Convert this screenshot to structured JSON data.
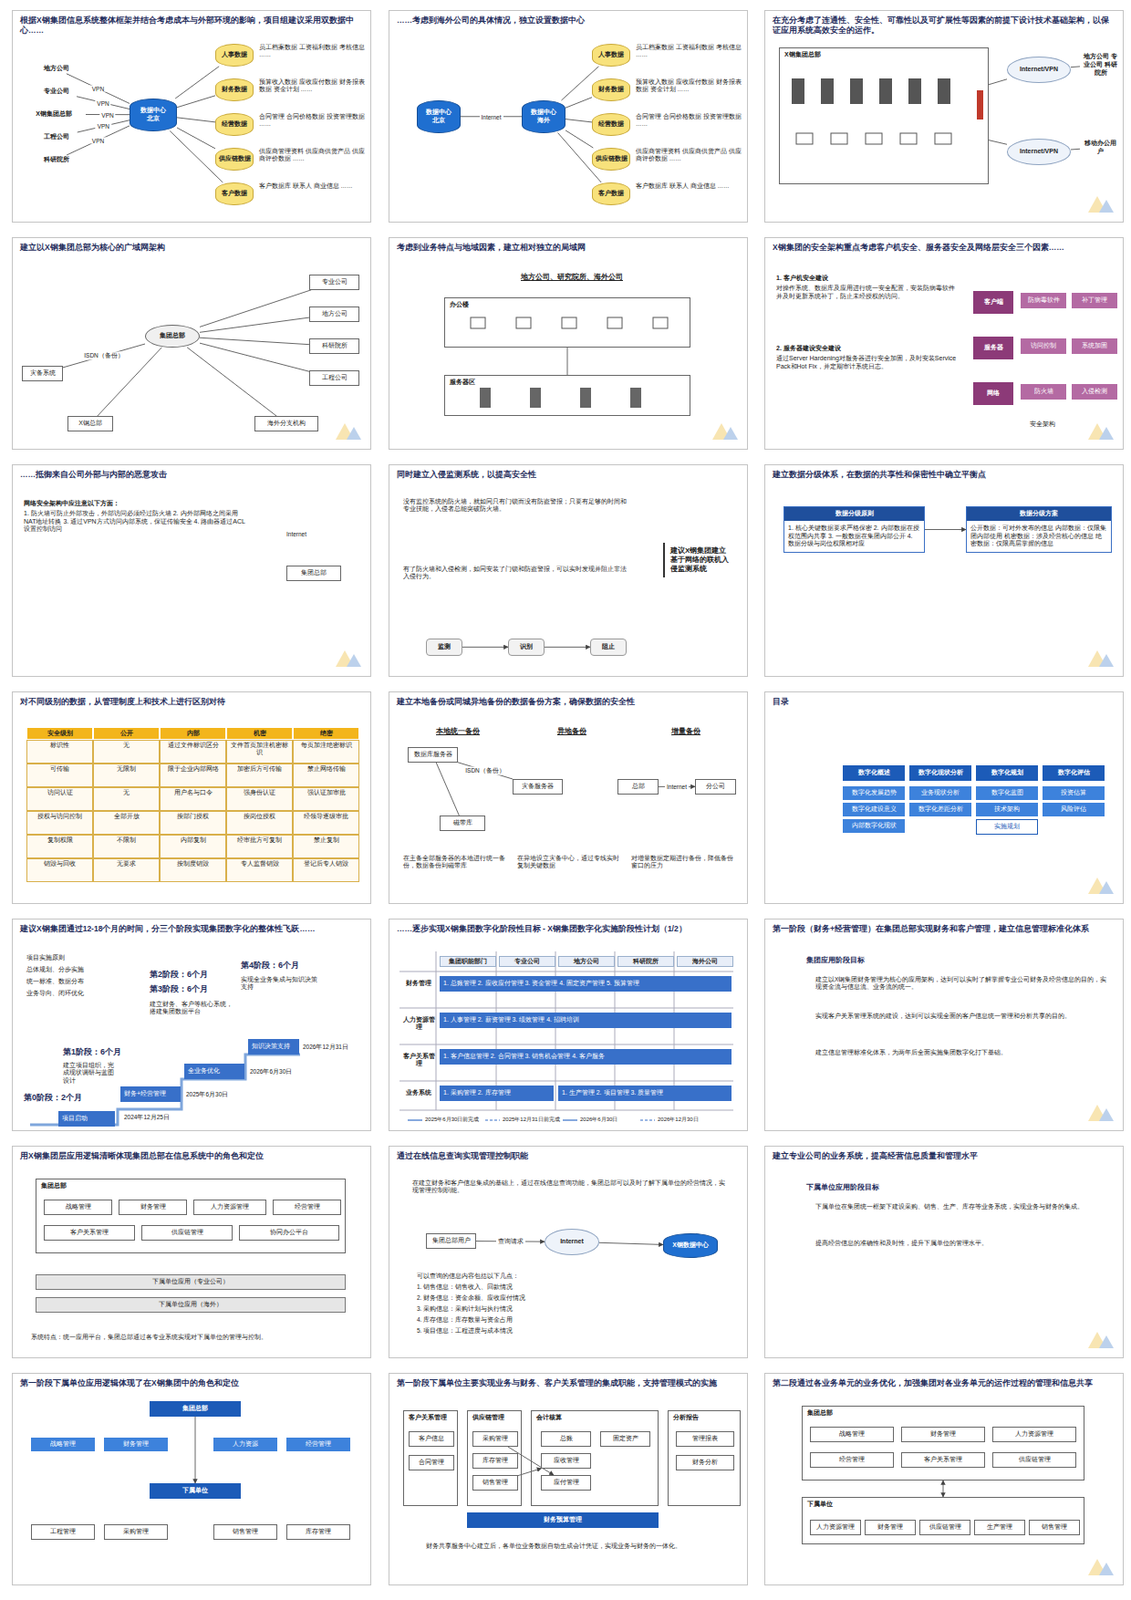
{
  "diagram": {
    "nodes": [
      {
        "text": [
          "根据X钢集团信息系统整体框架并结合考虑成本与外部环境的影响，项目组建议采用双数据中心……"
        ]
      },
      {
        "text": [
          "地方公司"
        ],
        "in": 0
      },
      {
        "text": [
          "专业公司"
        ],
        "in": 0
      },
      {
        "text": [
          "X钢集团总部"
        ],
        "in": 0
      },
      {
        "text": [
          "工程公司"
        ],
        "in": 0
      },
      {
        "text": [
          "科研院所"
        ],
        "in": 0
      },
      {
        "text": [
          "数据中心",
          "北京"
        ],
        "in": 0
      },
      {
        "text": [
          "人事数据"
        ],
        "in": 0
      },
      {
        "text": [
          "财务数据"
        ],
        "in": 0
      },
      {
        "text": [
          "经营数据"
        ],
        "in": 0
      },
      {
        "text": [
          "供应链数据"
        ],
        "in": 0
      },
      {
        "text": [
          "客户数据"
        ],
        "in": 0
      },
      {
        "text": [
          "……考虑到海外公司的具体情况，独立设置数据中心"
        ]
      },
      {
        "text": [
          "数据中心",
          "北京"
        ],
        "in": 12
      },
      {
        "text": [
          "数据中心",
          "海外"
        ],
        "in": 12
      },
      {
        "text": [
          "人事数据"
        ],
        "in": 12
      },
      {
        "text": [
          "财务数据"
        ],
        "in": 12
      },
      {
        "text": [
          "经营数据"
        ],
        "in": 12
      },
      {
        "text": [
          "供应链数据"
        ],
        "in": 12
      },
      {
        "text": [
          "客户数据"
        ],
        "in": 12
      },
      {
        "text": [
          "在充分考虑了连通性、安全性、可靠性以及可扩展性等因素的前提下设计技术基础架构，以保证应用系统高效安全的运作。"
        ]
      },
      {
        "text": [
          "X钢集团总部"
        ],
        "in": 20
      },
      {
        "text": [
          "Internet/VPN"
        ],
        "in": 20
      },
      {
        "text": [
          "Internet/VPN"
        ],
        "in": 20
      },
      {
        "text": [
          "地方公司 专业公司 科研院所"
        ],
        "in": 20
      },
      {
        "text": [
          "移动办公用户"
        ],
        "in": 20
      },
      {
        "text": [
          "建立以X钢集团总部为核心的广域网架构"
        ]
      },
      {
        "text": [
          "集团总部"
        ],
        "in": 26
      },
      {
        "text": [
          "灾备系统"
        ],
        "in": 26
      },
      {
        "text": [
          "专业公司"
        ],
        "in": 26
      },
      {
        "text": [
          "地方公司"
        ],
        "in": 26
      },
      {
        "text": [
          "科研院所"
        ],
        "in": 26
      },
      {
        "text": [
          "工程公司"
        ],
        "in": 26
      },
      {
        "text": [
          "海外分支机构"
        ],
        "in": 26
      },
      {
        "text": [
          "X钢总部"
        ],
        "in": 26
      },
      {
        "text": [
          "考虑到业务特点与地域因素，建立相对独立的局域网"
        ]
      },
      {
        "text": [
          "办公楼"
        ],
        "in": 35
      },
      {
        "text": [
          "服务器区"
        ],
        "in": 35
      },
      {
        "text": [
          "X钢集团的安全架构重点考虑客户机安全、服务器安全及网络层安全三个因素……"
        ]
      },
      {
        "text": [
          "1. 客户机安全建设",
          "对操作系统、数据库及应用进行统一安全配置，安装防病毒软件并及时更新系统补丁，防止未经授权的访问。"
        ],
        "in": 38
      },
      {
        "text": [
          "2. 服务器建设安全建设",
          "通过Server Hardening对服务器进行安全加固，及时安装Service Pack和Hot Fix，并定期审计系统日志。"
        ],
        "in": 38
      },
      {
        "text": [
          "客户端"
        ],
        "in": 38
      },
      {
        "text": [
          "服务器"
        ],
        "in": 38
      },
      {
        "text": [
          "网络"
        ],
        "in": 38
      },
      {
        "text": [
          "防病毒软件"
        ],
        "in": 38
      },
      {
        "text": [
          "补丁管理"
        ],
        "in": 38
      },
      {
        "text": [
          "访问控制"
        ],
        "in": 38
      },
      {
        "text": [
          "系统加固"
        ],
        "in": 38
      },
      {
        "text": [
          "防火墙"
        ],
        "in": 38
      },
      {
        "text": [
          "入侵检测"
        ],
        "in": 38
      },
      {
        "text": [
          "……抵御来自公司外部与内部的恶意攻击"
        ]
      },
      {
        "text": [
          "网络安全架构中应注意以下方面：",
          "1. 防火墙可防止外部攻击，外部访问必须经过防火墙 2. 内外部网络之间采用NAT地址转换 3. 通过VPN方式访问内部系统，保证传输安全 4. 路由器通过ACL设置控制访问"
        ],
        "in": 50
      },
      {
        "text": [
          "集团总部"
        ],
        "in": 50
      },
      {
        "text": [
          "同时建立入侵监测系统，以提高安全性"
        ]
      },
      {
        "text": [
          "监测"
        ],
        "in": 53
      },
      {
        "text": [
          "识别"
        ],
        "in": 53
      },
      {
        "text": [
          "阻止"
        ],
        "in": 53
      },
      {
        "text": [
          "建议X钢集团建立基于网络的联机入侵监测系统"
        ],
        "in": 53
      },
      {
        "text": [
          "建立数据分级体系，在数据的共享性和保密性中确立平衡点"
        ]
      },
      {
        "text": [
          "数据分级原则",
          "1. 核心关键数据要求严格保密 2. 内部数据在授权范围内共享 3. 一般数据在集团内部公开 4. 数据分级与岗位权限相对应"
        ],
        "in": 58
      },
      {
        "text": [
          "数据分级方案",
          "公开数据：可对外发布的信息 内部数据：仅限集团内部使用 机密数据：涉及经营核心的信息 绝密数据：仅限高层掌握的信息"
        ],
        "in": 58
      },
      {
        "text": [
          "对不同级别的数据，从管理制度上和技术上进行区别对待"
        ]
      },
      {
        "text": [
          "建立本地备份或同城异地备份的数据备份方案，确保数据的安全性"
        ]
      },
      {
        "text": [
          "数据库服务器"
        ],
        "in": 62
      },
      {
        "text": [
          "灾备服务器"
        ],
        "in": 62
      },
      {
        "text": [
          "磁带库"
        ],
        "in": 62
      },
      {
        "text": [
          "总部"
        ],
        "in": 62
      },
      {
        "text": [
          "分公司"
        ],
        "in": 62
      },
      {
        "text": [
          "目录"
        ]
      },
      {
        "text": [
          "数字化概述"
        ],
        "in": 68
      },
      {
        "text": [
          "数字化现状分析"
        ],
        "in": 68
      },
      {
        "text": [
          "数字化规划"
        ],
        "in": 68
      },
      {
        "text": [
          "数字化评估"
        ],
        "in": 68
      },
      {
        "text": [
          "数字化发展趋势"
        ],
        "in": 68
      },
      {
        "text": [
          "数字化建设意义"
        ],
        "in": 68
      },
      {
        "text": [
          "内部数字化现状"
        ],
        "in": 68
      },
      {
        "text": [
          "业务现状分析"
        ],
        "in": 68
      },
      {
        "text": [
          "数字化差距分析"
        ],
        "in": 68
      },
      {
        "text": [
          "数字化蓝图"
        ],
        "in": 68
      },
      {
        "text": [
          "技术架构"
        ],
        "in": 68
      },
      {
        "text": [
          "实施规划"
        ],
        "in": 68
      },
      {
        "text": [
          "投资估算"
        ],
        "in": 68
      },
      {
        "text": [
          "风险评估"
        ],
        "in": 68
      },
      {
        "text": [
          "建议X钢集团通过12-18个月的时间，分三个阶段实现集团数字化的整体性飞跃……"
        ]
      },
      {
        "text": [
          "项目启动"
        ],
        "in": 83
      },
      {
        "text": [
          "财务+经营管理"
        ],
        "in": 83
      },
      {
        "text": [
          "全业务优化"
        ],
        "in": 83
      },
      {
        "text": [
          "知识决策支持"
        ],
        "in": 83
      },
      {
        "text": [
          "……逐步实现X钢集团数字化阶段性目标 - X钢集团数字化实施阶段性计划（1/2）"
        ]
      },
      {
        "text": [
          "1. 总账管理 2. 应收应付管理 3. 资金管理 4. 固定资产管理 5. 预算管理"
        ],
        "in": 88
      },
      {
        "text": [
          "1. 人事管理 2. 薪资管理 3. 绩效管理 4. 招聘培训"
        ],
        "in": 88
      },
      {
        "text": [
          "1. 客户信息管理 2. 合同管理 3. 销售机会管理 4. 客户服务"
        ],
        "in": 88
      },
      {
        "text": [
          "1. 采购管理 2. 库存管理"
        ],
        "in": 88
      },
      {
        "text": [
          "1. 生产管理 2. 项目管理 3. 质量管理"
        ],
        "in": 88
      },
      {
        "text": [
          "第一阶段（财务+经营管理）在集团总部实现财务和客户管理，建立信息管理标准化体系"
        ]
      },
      {
        "text": [
          "用X钢集团层应用逻辑清晰体现集团总部在信息系统中的角色和定位"
        ]
      },
      {
        "text": [
          "集团总部"
        ],
        "in": 95
      },
      {
        "text": [
          "战略管理"
        ],
        "in": 96
      },
      {
        "text": [
          "财务管理"
        ],
        "in": 96
      },
      {
        "text": [
          "人力资源管理"
        ],
        "in": 96
      },
      {
        "text": [
          "经营管理"
        ],
        "in": 96
      },
      {
        "text": [
          "客户关系管理"
        ],
        "in": 96
      },
      {
        "text": [
          "供应链管理"
        ],
        "in": 96
      },
      {
        "text": [
          "协同办公平台"
        ],
        "in": 96
      },
      {
        "text": [
          "下属单位应用（专业公司）"
        ],
        "in": 95
      },
      {
        "text": [
          "下属单位应用（海外）"
        ],
        "in": 95
      },
      {
        "text": [
          "通过在线信息查询实现管理控制职能"
        ]
      },
      {
        "text": [
          "集团总部用户"
        ],
        "in": 106
      },
      {
        "text": [
          "Internet"
        ],
        "in": 106
      },
      {
        "text": [
          "X钢数据中心"
        ],
        "in": 106
      },
      {
        "text": [
          "建立专业公司的业务系统，提高经营信息质量和管理水平"
        ]
      },
      {
        "text": [
          "第一阶段下属单位应用逻辑体现了在X钢集团中的角色和定位"
        ]
      },
      {
        "text": [
          "集团总部"
        ],
        "in": 111
      },
      {
        "text": [
          "战略管理"
        ],
        "in": 111
      },
      {
        "text": [
          "财务管理"
        ],
        "in": 111
      },
      {
        "text": [
          "人力资源"
        ],
        "in": 111
      },
      {
        "text": [
          "经营管理"
        ],
        "in": 111
      },
      {
        "text": [
          "下属单位"
        ],
        "in": 111
      },
      {
        "text": [
          "工程管理"
        ],
        "in": 111
      },
      {
        "text": [
          "采购管理"
        ],
        "in": 111
      },
      {
        "text": [
          "销售管理"
        ],
        "in": 111
      },
      {
        "text": [
          "库存管理"
        ],
        "in": 111
      },
      {
        "text": [
          "第一阶段下属单位主要实现业务与财务、客户关系管理的集成职能，支持管理模式的实施"
        ]
      },
      {
        "text": [
          "客户关系管理"
        ],
        "in": 122
      },
      {
        "text": [
          "客户信息"
        ],
        "in": 123
      },
      {
        "text": [
          "合同管理"
        ],
        "in": 123
      },
      {
        "text": [
          "供应链管理"
        ],
        "in": 122
      },
      {
        "text": [
          "采购管理"
        ],
        "in": 126
      },
      {
        "text": [
          "库存管理"
        ],
        "in": 126
      },
      {
        "text": [
          "销售管理"
        ],
        "in": 126
      },
      {
        "text": [
          "会计核算"
        ],
        "in": 122
      },
      {
        "text": [
          "总账"
        ],
        "in": 130
      },
      {
        "text": [
          "应收管理"
        ],
        "in": 130
      },
      {
        "text": [
          "应付管理"
        ],
        "in": 130
      },
      {
        "text": [
          "固定资产"
        ],
        "in": 130
      },
      {
        "text": [
          "分析报告"
        ],
        "in": 122
      },
      {
        "text": [
          "管理报表"
        ],
        "in": 135
      },
      {
        "text": [
          "财务分析"
        ],
        "in": 135
      },
      {
        "text": [
          "财务预算管理"
        ],
        "in": 122
      },
      {
        "text": [
          "第二段通过各业务单元的业务优化，加强集团对各业务单元的运作过程的管理和信息共享"
        ]
      },
      {
        "text": [
          "集团总部"
        ],
        "in": 139
      },
      {
        "text": [
          "战略管理"
        ],
        "in": 140
      },
      {
        "text": [
          "财务管理"
        ],
        "in": 140
      },
      {
        "text": [
          "人力资源管理"
        ],
        "in": 140
      },
      {
        "text": [
          "经营管理"
        ],
        "in": 140
      },
      {
        "text": [
          "客户关系管理"
        ],
        "in": 140
      },
      {
        "text": [
          "供应链管理"
        ],
        "in": 140
      },
      {
        "text": [
          "下属单位"
        ],
        "in": 139
      },
      {
        "text": [
          "人力资源管理"
        ],
        "in": 147
      },
      {
        "text": [
          "财务管理"
        ],
        "in": 147
      },
      {
        "text": [
          "供应链管理"
        ],
        "in": 147
      },
      {
        "text": [
          "生产管理"
        ],
        "in": 147
      },
      {
        "text": [
          "销售管理"
        ],
        "in": 147
      }
    ],
    "edges": [
      {
        "from": 1,
        "to": 6,
        "arrow": "none",
        "label": "VPN"
      },
      {
        "from": 2,
        "to": 6,
        "arrow": "none",
        "label": "VPN"
      },
      {
        "from": 3,
        "to": 6,
        "arrow": "none",
        "label": "VPN"
      },
      {
        "from": 4,
        "to": 6,
        "arrow": "none",
        "label": "VPN"
      },
      {
        "from": 5,
        "to": 6,
        "arrow": "none",
        "label": "VPN"
      },
      {
        "from": 6,
        "to": 7,
        "arrow": "none"
      },
      {
        "from": 6,
        "to": 8,
        "arrow": "none"
      },
      {
        "from": 6,
        "to": 9,
        "arrow": "none"
      },
      {
        "from": 6,
        "to": 10,
        "arrow": "none"
      },
      {
        "from": 6,
        "to": 11,
        "arrow": "none"
      },
      {
        "from": 13,
        "to": 14,
        "arrow": "none",
        "label": "Internet"
      },
      {
        "from": 14,
        "to": 15,
        "arrow": "none"
      },
      {
        "from": 14,
        "to": 16,
        "arrow": "none"
      },
      {
        "from": 14,
        "to": 17,
        "arrow": "none"
      },
      {
        "from": 14,
        "to": 18,
        "arrow": "none"
      },
      {
        "from": 14,
        "to": 19,
        "arrow": "none"
      },
      {
        "from": 21,
        "to": 22,
        "arrow": "none"
      },
      {
        "from": 22,
        "to": 24,
        "arrow": "none"
      },
      {
        "from": 21,
        "to": 23,
        "arrow": "none"
      },
      {
        "from": 23,
        "to": 25,
        "arrow": "none"
      },
      {
        "from": 28,
        "to": 27,
        "arrow": "none",
        "label": "ISDN（备份）"
      },
      {
        "from": 27,
        "to": 29,
        "arrow": "none"
      },
      {
        "from": 27,
        "to": 30,
        "arrow": "none"
      },
      {
        "from": 27,
        "to": 31,
        "arrow": "none"
      },
      {
        "from": 27,
        "to": 32,
        "arrow": "none"
      },
      {
        "from": 27,
        "to": 33,
        "arrow": "none"
      },
      {
        "from": 27,
        "to": 34,
        "arrow": "none"
      },
      {
        "from": 36,
        "to": 37,
        "arrow": "none"
      },
      {
        "from": 54,
        "to": 55,
        "arrow": "to"
      },
      {
        "from": 55,
        "to": 56,
        "arrow": "to"
      },
      {
        "from": 59,
        "to": 60,
        "arrow": "to"
      },
      {
        "from": 63,
        "to": 64,
        "arrow": "none",
        "label": "ISDN（备份）"
      },
      {
        "from": 63,
        "to": 65,
        "arrow": "none"
      },
      {
        "from": 66,
        "to": 67,
        "arrow": "to",
        "label": "Internet"
      },
      {
        "from": 107,
        "to": 108,
        "arrow": "to",
        "label": "查询请求"
      },
      {
        "from": 108,
        "to": 109,
        "arrow": "to"
      },
      {
        "from": 112,
        "to": 117,
        "arrow": "to"
      },
      {
        "from": 129,
        "to": 132,
        "arrow": "to"
      },
      {
        "from": 127,
        "to": 133,
        "arrow": "to"
      },
      {
        "from": 140,
        "to": 147,
        "arrow": "both"
      }
    ],
    "labels": [
      "员工档案数据 工资福利数据 考核信息 ……",
      "预算收入数据 应收应付数据 财务报表数据 资金计划 ……",
      "合同管理 合同价格数据 投资管理数据 ……",
      "供应商管理资料 供应商供货产品 供应商评价数据 ……",
      "客户数据库 联系人 商业信息 ……",
      "员工档案数据 工资福利数据 考核信息 ……",
      "预算收入数据 应收应付数据 财务报表数据 资金计划 ……",
      "合同管理 合同价格数据 投资管理数据 ……",
      "供应商管理资料 供应商供货产品 供应商评价数据 ……",
      "客户数据库 联系人 商业信息 ……",
      "地方公司、研究院所、海外公司",
      "安全架构",
      "Internet",
      "没有监控系统的防火墙，就如同只有门锁而没有防盗警报；只要有足够的时间和专业技能，入侵者总能突破防火墙。",
      "有了防火墙和入侵检测，如同安装了门锁和防盗警报，可以实时发现并阻止非法入侵行为。",
      "安全级别",
      "公开",
      "内部",
      "机密",
      "绝密",
      "标识性",
      "无",
      "通过文件标识区分",
      "文件首页加注机密标识",
      "每页加注绝密标识",
      "可传输",
      "无限制",
      "限于企业内部网络",
      "加密后方可传输",
      "禁止网络传输",
      "访问认证",
      "无",
      "用户名与口令",
      "强身份认证",
      "强认证加审批",
      "授权与访问控制",
      "全部开放",
      "按部门授权",
      "按岗位授权",
      "经领导逐级审批",
      "复制权限",
      "不限制",
      "内部复制",
      "经审批方可复制",
      "禁止复制",
      "销毁与回收",
      "无要求",
      "按制度销毁",
      "专人监督销毁",
      "登记后专人销毁",
      "本地统一备份",
      "异地备份",
      "增量备份",
      "在主备全部服务器的本地进行统一备份，数据备份到磁带库",
      "在异地设立灾备中心，通过专线实时复制关键数据",
      "对增量数据定期进行备份，降低备份窗口的压力",
      "项目实施原则",
      "总体规划、分步实施",
      "统一标准、数据分布",
      "业务导向、闭环优化",
      "第0阶段：2个月",
      "第1阶段：6个月",
      "第2阶段：6个月",
      "第3阶段：6个月",
      "第4阶段：6个月",
      "建立项目组织，完成现状调研与蓝图设计",
      "建立财务、客户等核心系统，搭建集团数据平台",
      "实现全业务集成与知识决策支持",
      "2024年12月25日",
      "2025年6月30日",
      "2026年6月30日",
      "2026年12月31日",
      "集团职能部门",
      "专业公司",
      "地方公司",
      "科研院所",
      "海外公司",
      "财务管理",
      "人力资源管理",
      "客户关系管理",
      "业务系统",
      "集团应用阶段目标",
      "建立以X钢集团财务管理为核心的应用架构，达到可以实时了解掌握专业公司财务及经营信息的目的，实现资金流与信息流、业务流的统一。",
      "实现客户关系管理系统的建设，达到可以实现全面的客户信息统一管理和分析共享的目的。",
      "建立信息管理标准化体系，为两年后全面实施集团数字化打下基础。",
      "系统特点：统一应用平台，集团总部通过各专业系统实现对下属单位的管理与控制。",
      "在建立财务和客户信息集成的基础上，通过在线信息查询功能，集团总部可以及时了解下属单位的经营情况，实现管理控制职能。",
      "可以查询的信息内容包括以下几点：",
      "1. 销售信息：销售收入、回款情况",
      "2. 财务信息：资金余额、应收应付情况",
      "3. 采购信息：采购计划与执行情况",
      "4. 库存信息：库存数量与资金占用",
      "5. 项目信息：工程进度与成本情况",
      "下属单位应用阶段目标",
      "下属单位在集团统一框架下建设采购、销售、生产、库存等业务系统，实现业务与财务的集成。",
      "提高经营信息的准确性和及时性，提升下属单位的管理水平。",
      "财务共享服务中心建立后，各单位业务数据自动生成会计凭证，实现业务与财务的一体化。"
    ],
    "legend": [
      {
        "text": "2025年6月30日前完成"
      },
      {
        "text": "2025年12月31日前完成"
      },
      {
        "text": "2026年6月30日"
      },
      {
        "text": "2026年12月30日"
      }
    ]
  }
}
